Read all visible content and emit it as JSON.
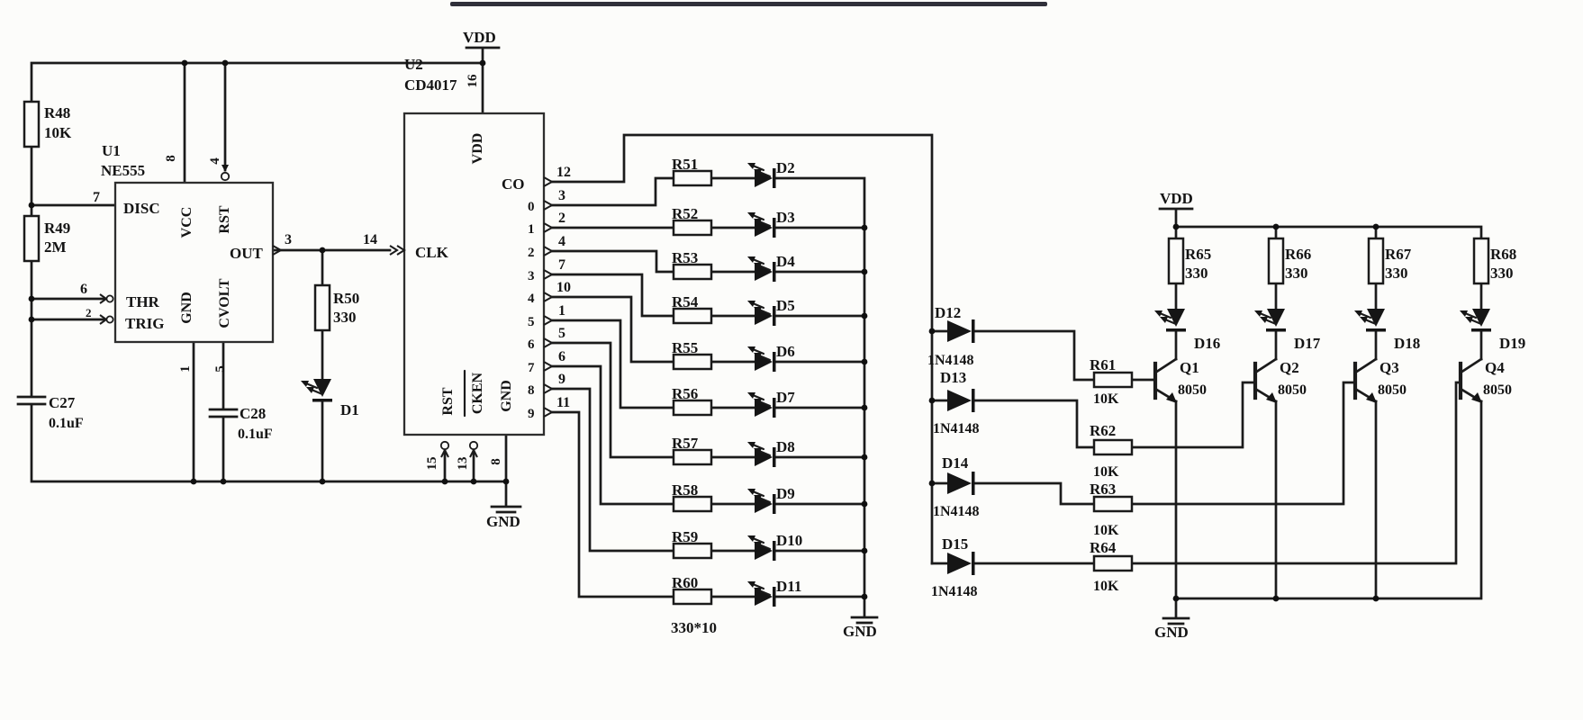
{
  "power": {
    "vdd": "VDD",
    "gnd": "GND"
  },
  "u1": {
    "ref": "U1",
    "part": "NE555",
    "pin_disc": "DISC",
    "pin_thr": "THR",
    "pin_trig": "TRIG",
    "pin_out": "OUT",
    "pin_vcc": "VCC",
    "pin_rst": "RST",
    "pin_gnd": "GND",
    "pin_cvolt": "CVOLT",
    "num_disc": "7",
    "num_thr": "6",
    "num_trig": "2",
    "num_out": "3",
    "num_vcc": "8",
    "num_rst": "4",
    "num_gnd": "1",
    "num_cvolt": "5"
  },
  "u2": {
    "ref": "U2",
    "part": "CD4017",
    "pin_vdd": "VDD",
    "pin_clk": "CLK",
    "pin_co": "CO",
    "pin_rst": "RST",
    "pin_cken": "CKEN",
    "pin_gnd": "GND",
    "num_vdd": "16",
    "num_clk": "14",
    "num_co": "12",
    "num_rst": "15",
    "num_cken": "13",
    "num_gnd": "8",
    "outputs": [
      {
        "name": "0",
        "num": "3"
      },
      {
        "name": "1",
        "num": "2"
      },
      {
        "name": "2",
        "num": "4"
      },
      {
        "name": "3",
        "num": "7"
      },
      {
        "name": "4",
        "num": "10"
      },
      {
        "name": "5",
        "num": "1"
      },
      {
        "name": "6",
        "num": "5"
      },
      {
        "name": "7",
        "num": "6"
      },
      {
        "name": "8",
        "num": "9"
      },
      {
        "name": "9",
        "num": "11"
      }
    ]
  },
  "r48": {
    "ref": "R48",
    "value": "10K"
  },
  "r49": {
    "ref": "R49",
    "value": "2M"
  },
  "r50": {
    "ref": "R50",
    "value": "330"
  },
  "r_array": {
    "refs": [
      "R51",
      "R52",
      "R53",
      "R54",
      "R55",
      "R56",
      "R57",
      "R58",
      "R59",
      "R60"
    ],
    "note": "330*10"
  },
  "r_base": [
    {
      "ref": "R61",
      "value": "10K"
    },
    {
      "ref": "R62",
      "value": "10K"
    },
    {
      "ref": "R63",
      "value": "10K"
    },
    {
      "ref": "R64",
      "value": "10K"
    }
  ],
  "r_drive": [
    {
      "ref": "R65",
      "value": "330"
    },
    {
      "ref": "R66",
      "value": "330"
    },
    {
      "ref": "R67",
      "value": "330"
    },
    {
      "ref": "R68",
      "value": "330"
    }
  ],
  "led_d1": "D1",
  "led_bar": [
    "D2",
    "D3",
    "D4",
    "D5",
    "D6",
    "D7",
    "D8",
    "D9",
    "D10",
    "D11"
  ],
  "led_out": [
    "D16",
    "D17",
    "D18",
    "D19"
  ],
  "diodes": [
    {
      "ref": "D12",
      "value": "1N4148"
    },
    {
      "ref": "D13",
      "value": "1N4148"
    },
    {
      "ref": "D14",
      "value": "1N4148"
    },
    {
      "ref": "D15",
      "value": "1N4148"
    }
  ],
  "transistors": [
    {
      "ref": "Q1",
      "value": "8050"
    },
    {
      "ref": "Q2",
      "value": "8050"
    },
    {
      "ref": "Q3",
      "value": "8050"
    },
    {
      "ref": "Q4",
      "value": "8050"
    }
  ],
  "c27": {
    "ref": "C27",
    "value": "0.1uF"
  },
  "c28": {
    "ref": "C28",
    "value": "0.1uF"
  }
}
